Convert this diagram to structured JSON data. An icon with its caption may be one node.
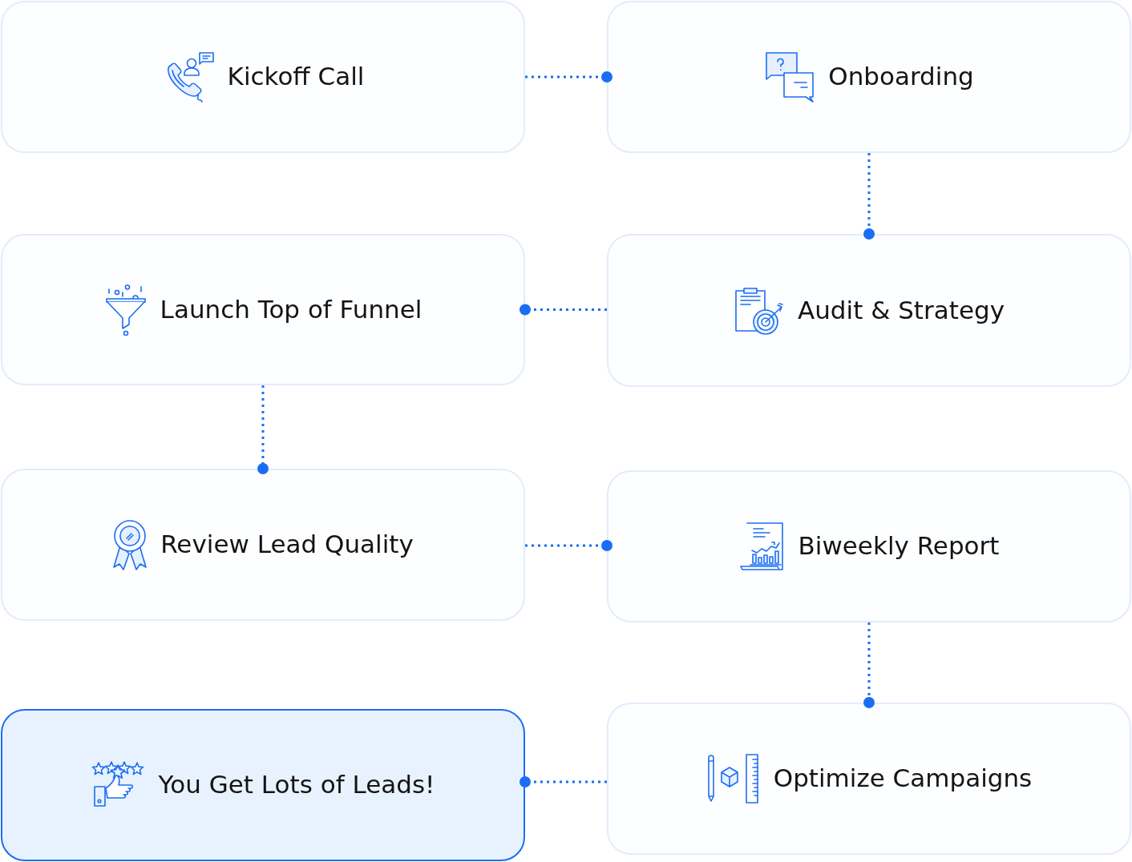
{
  "diagram": {
    "nodes": [
      {
        "text": [
          "Kickoff Call"
        ]
      },
      {
        "text": [
          "Onboarding"
        ]
      },
      {
        "text": [
          "Launch Top of Funnel"
        ]
      },
      {
        "text": [
          "Audit & Strategy"
        ]
      },
      {
        "text": [
          "Review Lead Quality"
        ]
      },
      {
        "text": [
          "Biweekly Report"
        ]
      },
      {
        "text": [
          "Optimize Campaigns"
        ]
      },
      {
        "text": [
          "You Get Lots of Leads!"
        ]
      }
    ],
    "edges": [
      {
        "from": 0,
        "to": 1,
        "arrow": "other"
      },
      {
        "from": 1,
        "to": 3,
        "arrow": "other"
      },
      {
        "from": 3,
        "to": 2,
        "arrow": "other"
      },
      {
        "from": 2,
        "to": 4,
        "arrow": "other"
      },
      {
        "from": 4,
        "to": 5,
        "arrow": "other"
      },
      {
        "from": 5,
        "to": 6,
        "arrow": "other"
      },
      {
        "from": 6,
        "to": 7,
        "arrow": "other"
      }
    ]
  }
}
